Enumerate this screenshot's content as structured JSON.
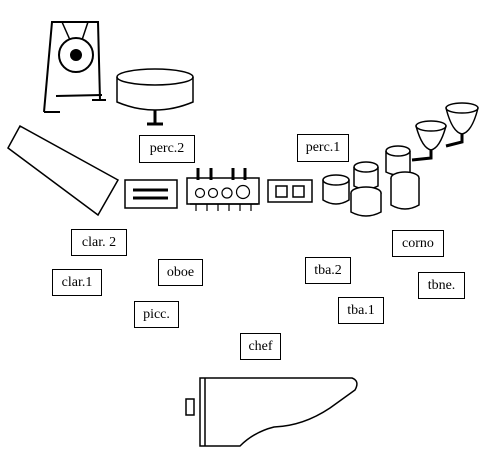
{
  "labels": {
    "perc2": "perc.2",
    "perc1": "perc.1",
    "clar2": "clar. 2",
    "clar1": "clar.1",
    "oboe": "oboe",
    "picc": "picc.",
    "chef": "chef",
    "tba2": "tba.2",
    "tba1": "tba.1",
    "corno": "corno",
    "tbne": "tbne."
  },
  "instruments": {
    "gong": "gong-icon",
    "bass_drum": "bass-drum-icon",
    "harp": "harp-icon",
    "keyboard_percussion": "keyboard-percussion-icon",
    "vibraphone": "mallet-instrument-icon",
    "small_percussion": "small-percussion-icon",
    "drum_set": "drum-set-icon",
    "timpani": "timpani-icon",
    "piano": "grand-piano-icon"
  },
  "colors": {
    "ink": "#000000",
    "paper": "#ffffff"
  }
}
